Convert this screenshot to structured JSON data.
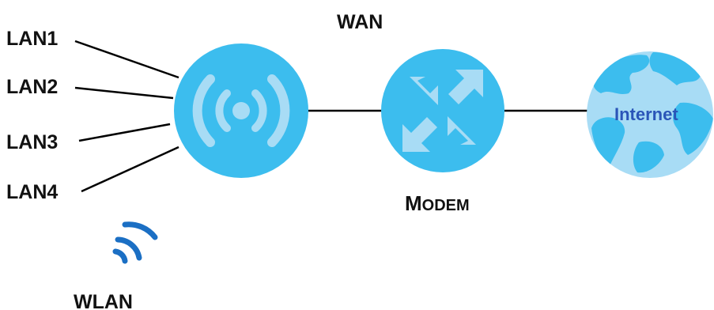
{
  "labels": {
    "lan": [
      "LAN1",
      "LAN2",
      "LAN3",
      "LAN4"
    ],
    "wan": "WAN",
    "modem_first": "M",
    "modem_rest": "ODEM",
    "internet": "Internet",
    "wlan": "WLAN"
  },
  "icons": {
    "router": "wifi-router-icon",
    "modem": "modem-arrows-icon",
    "internet": "globe-icon",
    "wireless": "wireless-signal-icon"
  },
  "colors": {
    "node_fill": "#3cbdee",
    "icon_light": "#a8dcf5",
    "globe_fill": "#a8dcf5",
    "globe_land": "#3cbdee",
    "internet_text": "#2a55b8",
    "wireless_signal": "#1b6fc4",
    "line": "#000000"
  }
}
